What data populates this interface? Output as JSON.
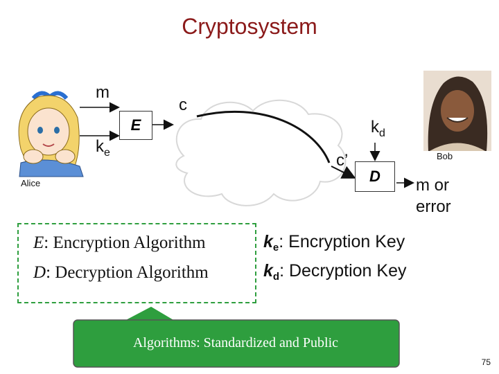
{
  "slide": {
    "title": "Cryptosystem",
    "page_number": "75"
  },
  "alice": {
    "label": "Alice"
  },
  "bob": {
    "label": "Bob"
  },
  "diagram": {
    "m": "m",
    "ke_base": "k",
    "ke_sub": "e",
    "encrypt_box": "E",
    "c": "c",
    "kd_base": "k",
    "kd_sub": "d",
    "c_prime": "c’",
    "decrypt_box": "D",
    "output_line1": "m or",
    "output_line2": "error"
  },
  "definitions": {
    "e_symbol": "E",
    "e_text": ": Encryption Algorithm",
    "d_symbol": "D",
    "d_text": ": Decryption Algorithm",
    "ke_base": "k",
    "ke_sub": "e",
    "ke_text": ": Encryption Key",
    "kd_base": "k",
    "kd_sub": "d",
    "kd_text": ": Decryption Key"
  },
  "callout": {
    "text": "Algorithms: Standardized and Public",
    "color": "#2e9e3e"
  }
}
